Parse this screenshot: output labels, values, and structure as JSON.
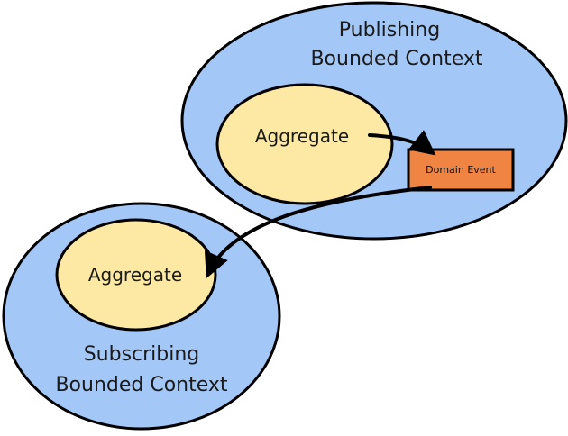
{
  "colors": {
    "context_fill": "#a3c7f7",
    "aggregate_fill": "#fde9a3",
    "event_fill": "#f08543",
    "stroke": "#000000"
  },
  "publishing_context": {
    "label_line1": "Publishing",
    "label_line2": "Bounded Context",
    "aggregate_label": "Aggregate"
  },
  "subscribing_context": {
    "label_line1": "Subscribing",
    "label_line2": "Bounded Context",
    "aggregate_label": "Aggregate"
  },
  "domain_event": {
    "label": "Domain Event"
  }
}
